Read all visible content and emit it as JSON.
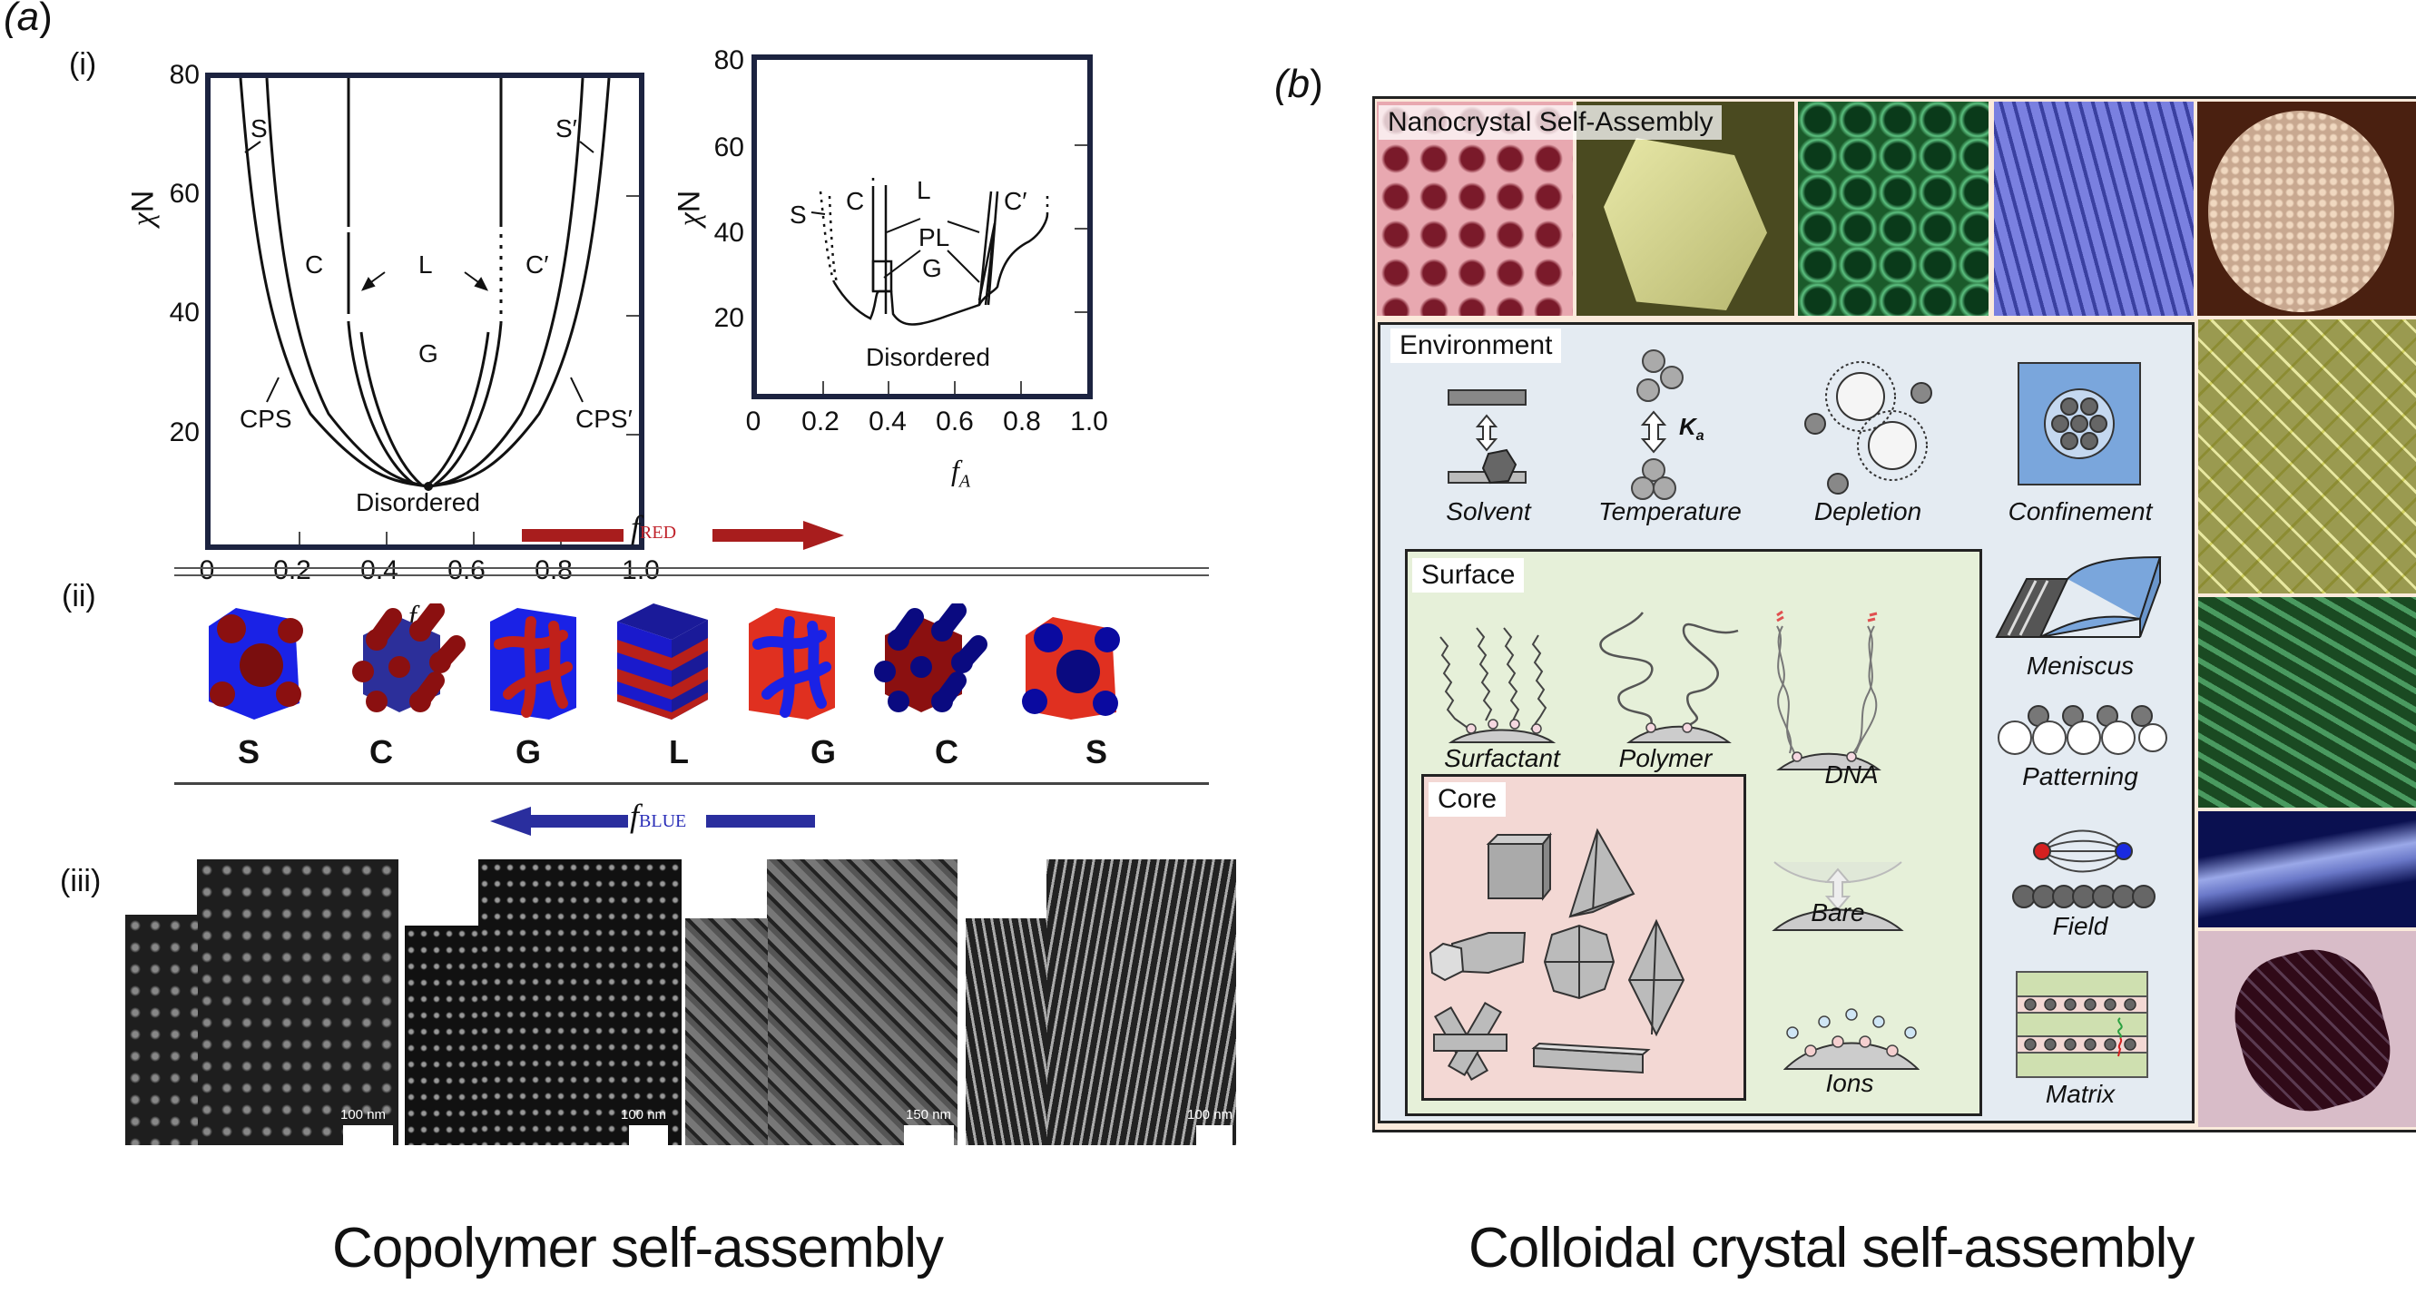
{
  "panel_a": {
    "letter": "a",
    "sub_i": "(i)",
    "sub_ii": "(ii)",
    "sub_iii": "(iii)",
    "caption": "Copolymer self-assembly"
  },
  "panel_b": {
    "letter": "b",
    "caption": "Colloidal crystal self-assembly",
    "banner_title": "Nanocrystal Self-Assembly",
    "environment": {
      "title": "Environment",
      "items": [
        "Solvent",
        "Temperature",
        "Depletion",
        "Confinement"
      ],
      "ka_label": "K",
      "ka_sub": "a"
    },
    "surface": {
      "title": "Surface",
      "items": [
        "Surfactant",
        "Polymer",
        "DNA",
        "Bare",
        "Ions"
      ]
    },
    "core": {
      "title": "Core",
      "shapes": [
        "cube",
        "tetrahedron",
        "hexagonal-prism",
        "truncated-octahedron",
        "octahedron",
        "branched-star",
        "rod"
      ]
    },
    "external": {
      "items": [
        "Meniscus",
        "Patterning",
        "Field",
        "Matrix"
      ]
    },
    "colors": {
      "outer_bg": "#fbeadb",
      "environment_bg": "#e4ebf2",
      "surface_bg": "#e6f0d9",
      "core_bg": "#f3d8d4",
      "confinement_blue": "#7aa6dc"
    }
  },
  "arrows": {
    "red_label": "f",
    "red_sub": "RED",
    "blue_label": "f",
    "blue_sub": "BLUE",
    "red_color": "#a81d1d",
    "blue_color": "#2a2e9e"
  },
  "morphologies": [
    "S",
    "C",
    "G",
    "L",
    "G",
    "C",
    "S"
  ],
  "sem_images": [
    {
      "scale": "100 nm"
    },
    {
      "scale": "100 nm"
    },
    {
      "scale": "150 nm"
    },
    {
      "scale": "100 nm"
    }
  ],
  "chart_data": [
    {
      "type": "line",
      "title": "",
      "xlabel": "f_A",
      "ylabel": "χN",
      "xlim": [
        0,
        1.0
      ],
      "ylim": [
        0,
        80
      ],
      "xticks": [
        "0",
        "0.2",
        "0.4",
        "0.6",
        "0.8",
        "1.0"
      ],
      "yticks": [
        "20",
        "40",
        "60",
        "80"
      ],
      "region_labels": [
        "S",
        "C",
        "L",
        "C′",
        "S′",
        "G",
        "CPS",
        "CPS′",
        "Disordered"
      ],
      "critical_point": {
        "x": 0.5,
        "y": 10.5
      },
      "series": [
        {
          "name": "ODT (CPS boundary)",
          "x": [
            0.07,
            0.1,
            0.15,
            0.2,
            0.3,
            0.4,
            0.5,
            0.6,
            0.7,
            0.8,
            0.85,
            0.9,
            0.93
          ],
          "y": [
            80,
            60,
            30,
            20,
            13.5,
            11,
            10.5,
            11,
            13.5,
            20,
            30,
            60,
            80
          ]
        },
        {
          "name": "S/C boundary",
          "x": [
            0.13,
            0.15,
            0.2,
            0.3,
            0.4,
            0.5,
            0.6,
            0.7,
            0.8,
            0.85,
            0.87
          ],
          "y": [
            80,
            60,
            35,
            19,
            13,
            10.5,
            13,
            19,
            35,
            60,
            80
          ]
        },
        {
          "name": "C/G boundary",
          "x": [
            0.32,
            0.33,
            0.35,
            0.4,
            0.45,
            0.5,
            0.55,
            0.6,
            0.65,
            0.67,
            0.68
          ],
          "y": [
            80,
            40,
            28,
            19,
            13,
            10.5,
            13,
            19,
            28,
            40,
            80
          ]
        },
        {
          "name": "G/L boundary",
          "x": [
            0.34,
            0.37,
            0.45,
            0.5,
            0.55,
            0.63,
            0.66
          ],
          "y": [
            40,
            25,
            13,
            10.5,
            13,
            25,
            40
          ]
        }
      ]
    },
    {
      "type": "line",
      "title": "",
      "xlabel": "f_A",
      "ylabel": "χN",
      "xlim": [
        0,
        1.0
      ],
      "ylim": [
        0,
        80
      ],
      "xticks": [
        "0",
        "0.2",
        "0.4",
        "0.6",
        "0.8",
        "1.0"
      ],
      "yticks": [
        "20",
        "40",
        "60",
        "80"
      ],
      "region_labels": [
        "S",
        "C",
        "L",
        "C′",
        "PL",
        "G",
        "Disordered"
      ],
      "series": [
        {
          "name": "ODT",
          "x": [
            0.23,
            0.25,
            0.3,
            0.33,
            0.35,
            0.4,
            0.45,
            0.55,
            0.65,
            0.7,
            0.75,
            0.8,
            0.83
          ],
          "y": [
            25,
            22,
            19,
            18,
            20,
            19,
            17.5,
            19,
            22,
            30,
            33,
            37,
            40
          ]
        },
        {
          "name": "S/C (dotted)",
          "x": [
            0.2,
            0.21,
            0.22,
            0.23
          ],
          "y": [
            46,
            38,
            28,
            23
          ]
        },
        {
          "name": "C/PL",
          "x": [
            0.36,
            0.36
          ],
          "y": [
            44,
            22
          ]
        },
        {
          "name": "PL/L",
          "x": [
            0.4,
            0.4
          ],
          "y": [
            45,
            21
          ]
        },
        {
          "name": "L/PL right",
          "x": [
            0.67,
            0.65
          ],
          "y": [
            46,
            22
          ]
        },
        {
          "name": "PL/C′ right",
          "x": [
            0.69,
            0.68
          ],
          "y": [
            46,
            23
          ]
        },
        {
          "name": "C′/S′ (dotted)",
          "x": [
            0.83,
            0.84
          ],
          "y": [
            40,
            46
          ]
        }
      ]
    }
  ]
}
